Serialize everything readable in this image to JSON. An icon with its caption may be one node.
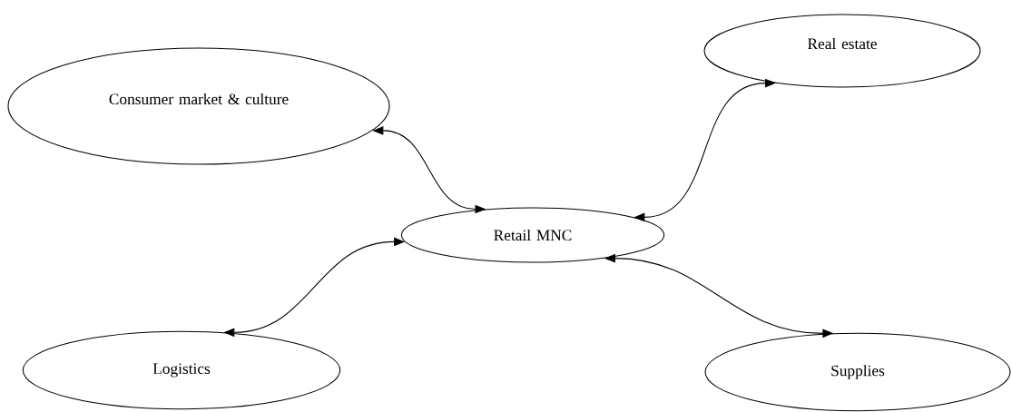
{
  "diagram": {
    "nodes": [
      {
        "text": [
          "Consumer market & culture"
        ]
      },
      {
        "text": [
          "Real estate"
        ]
      },
      {
        "text": [
          "Retail MNC"
        ]
      },
      {
        "text": [
          "Logistics"
        ]
      },
      {
        "text": [
          "Supplies"
        ]
      }
    ],
    "edges": [
      {
        "from": 2,
        "to": 0,
        "arrow": "both"
      },
      {
        "from": 2,
        "to": 1,
        "arrow": "both"
      },
      {
        "from": 2,
        "to": 3,
        "arrow": "both"
      },
      {
        "from": 2,
        "to": 4,
        "arrow": "both"
      }
    ]
  }
}
